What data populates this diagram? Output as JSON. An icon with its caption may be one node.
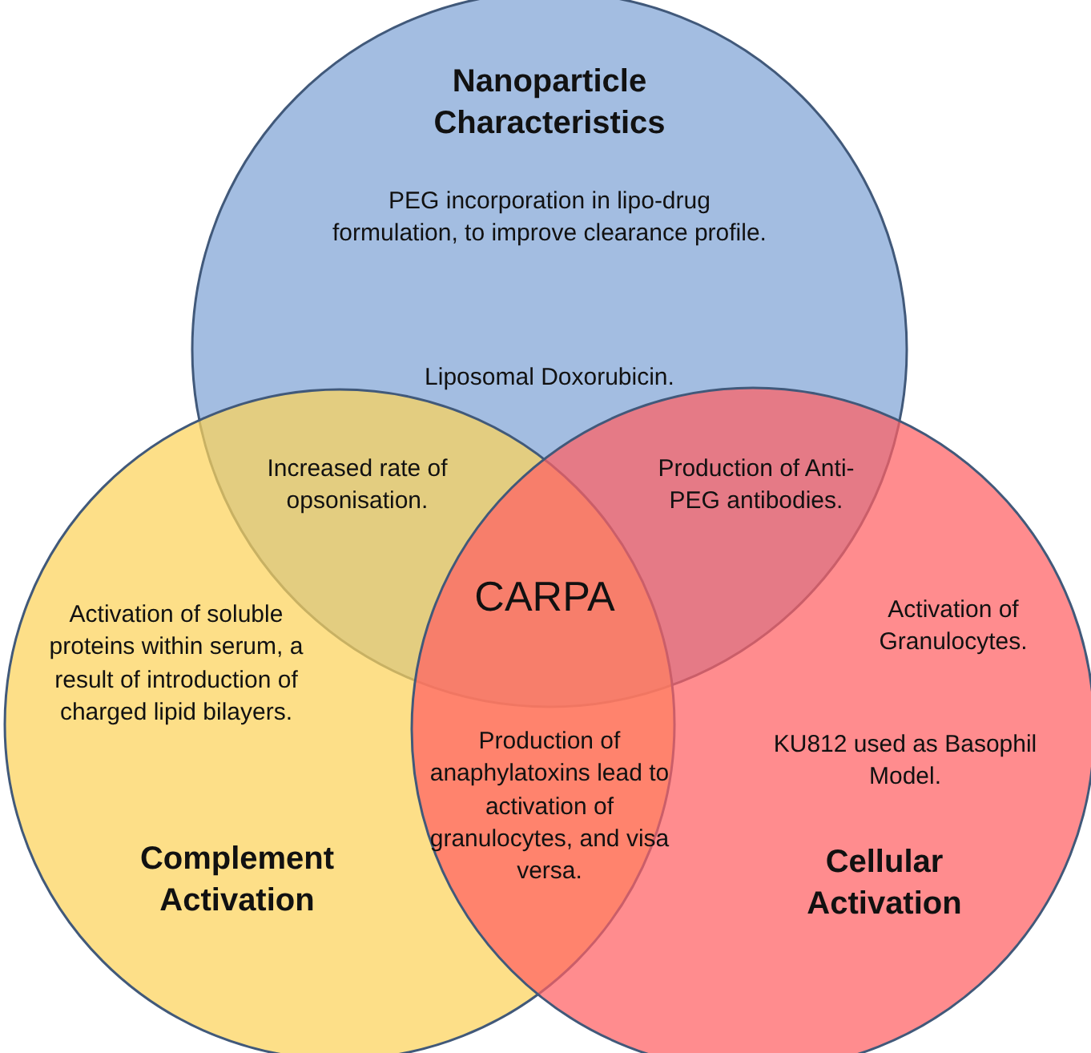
{
  "diagram": {
    "nodes": [
      {
        "text": [
          "Nanoparticle Characteristics",
          "PEG incorporation in lipo-drug formulation, to improve clearance profile.",
          "Liposomal Doxorubicin."
        ]
      },
      {
        "text": [
          "Activation of soluble proteins within serum, a result of introduction of charged lipid bilayers.",
          "Complement Activation"
        ]
      },
      {
        "text": [
          "Activation of Granulocytes.",
          "KU812 used as Basophil Model.",
          "Cellular Activation"
        ]
      }
    ],
    "labels": [
      "Increased rate of opsonisation.",
      "Production of Anti-PEG antibodies.",
      "CARPA",
      "Production of anaphylatoxins lead to activation of granulocytes, and visa versa."
    ]
  }
}
